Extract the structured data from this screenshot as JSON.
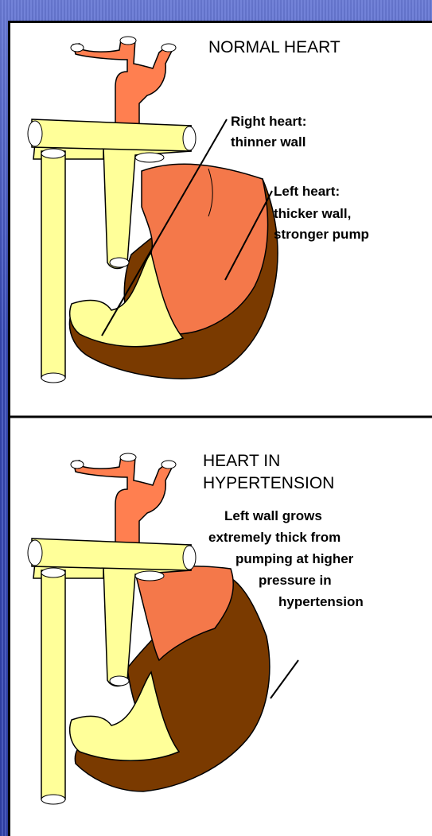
{
  "panels": {
    "normal": {
      "title": "NORMAL HEART",
      "right_heart_label": [
        "Right heart:",
        "thinner wall"
      ],
      "left_heart_label": [
        "Left heart:",
        "thicker wall,",
        "stronger pump"
      ]
    },
    "hypertension": {
      "title": [
        "HEART  IN",
        "HYPERTENSION"
      ],
      "left_wall_label": [
        "Left wall grows",
        "extremely thick from",
        "pumping at higher",
        "pressure in",
        "hypertension"
      ]
    }
  },
  "colors": {
    "vessel_yellow": "#ffff99",
    "artery_orange": "#ff7f50",
    "muscle_brown": "#7a3a00",
    "heart_orange": "#f4784a"
  }
}
